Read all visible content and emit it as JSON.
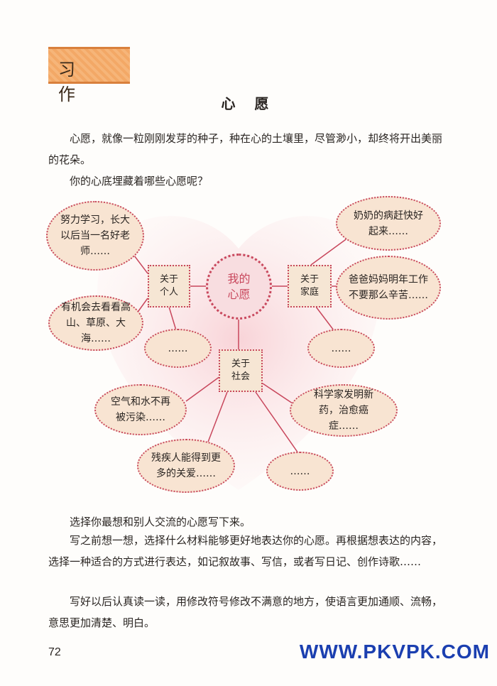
{
  "header": {
    "badge": "习 作"
  },
  "title": "心 愿",
  "intro": [
    "心愿，就像一粒刚刚发芽的种子，种在心的土壤里，尽管渺小，却终将开出美丽的花朵。",
    "你的心底埋藏着哪些心愿呢？"
  ],
  "mindmap": {
    "center": "我的心愿",
    "nodes": {
      "personal": "关于个人",
      "family": "关于家庭",
      "society": "关于社会"
    },
    "bubbles": {
      "p1": "努力学习，长大以后当一名好老师……",
      "p2": "有机会去看看高山、草原、大海……",
      "p3": "……",
      "f1": "奶奶的病赶快好起来……",
      "f2": "爸爸妈妈明年工作不要那么辛苦……",
      "f3": "……",
      "s1": "空气和水不再被污染……",
      "s2": "残疾人能得到更多的关爱……",
      "s3": "科学家发明新药，治愈癌症……",
      "s4": "……"
    }
  },
  "body": [
    "选择你最想和别人交流的心愿写下来。",
    "写之前想一想，选择什么材料能够更好地表达你的心愿。再根据想表达的内容，选择一种适合的方式进行表达，如记叙故事、写信，或者写日记、创作诗歌……",
    "写好以后认真读一读，用修改符号修改不满意的地方，使语言更加通顺、流畅，意思更加清楚、明白。"
  ],
  "page_number": "72",
  "watermark": "WWW.PKVPK.COM",
  "colors": {
    "accent": "#c8475c",
    "badge": "#f3a866",
    "bubble": "#f8e4d2",
    "watermark": "#1b3fb0"
  }
}
